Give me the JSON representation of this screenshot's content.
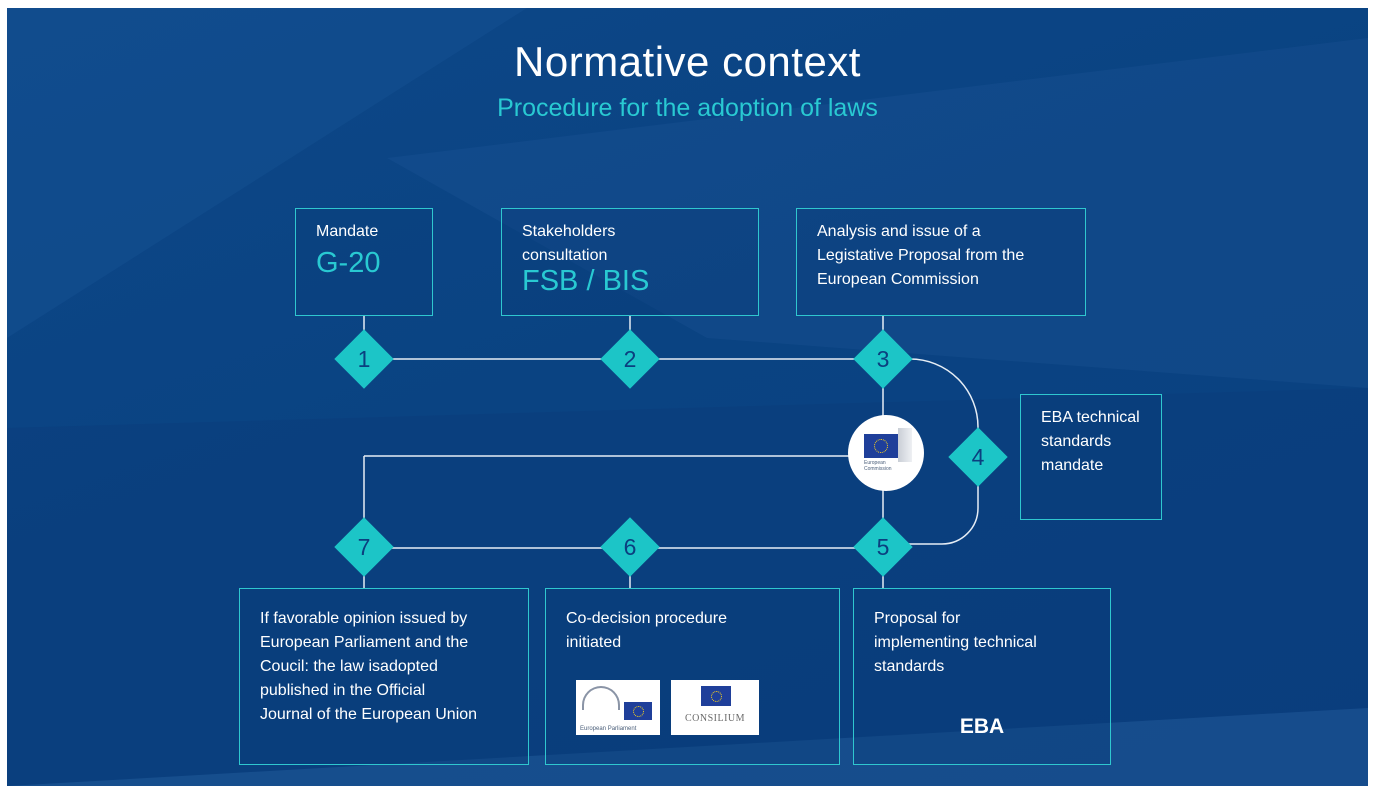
{
  "header": {
    "title": "Normative context",
    "subtitle": "Procedure for the adoption of laws"
  },
  "colors": {
    "background": "#0a4382",
    "accent": "#29c9d2",
    "diamond": "#1cc5c7",
    "text": "#ffffff"
  },
  "boxes": {
    "mandate": {
      "label": "Mandate",
      "highlight": "G-20"
    },
    "consultation": {
      "label_line1": "Stakeholders",
      "label_line2": "consultation",
      "highlight": "FSB / BIS"
    },
    "analysis": {
      "line1": "Analysis and issue of a",
      "line2": "Legistative Proposal from the",
      "line3": "European Commission"
    },
    "eba_mandate": {
      "line1": "EBA technical",
      "line2": "standards",
      "line3": "mandate"
    },
    "proposal": {
      "line1": "Proposal for",
      "line2": "implementing technical",
      "line3": "standards",
      "highlight": "EBA"
    },
    "codecision": {
      "line1": "Co-decision procedure",
      "line2": "initiated"
    },
    "publication": {
      "line1": "If favorable opinion issued by",
      "line2": "European Parliament and the",
      "line3": "Coucil: the law isadopted",
      "line4": "published in the Official",
      "line5": "Journal  of the European Union"
    }
  },
  "steps": [
    "1",
    "2",
    "3",
    "4",
    "5",
    "6",
    "7"
  ],
  "logos": {
    "commission": {
      "icon": "european-commission-logo",
      "caption": "European Commission"
    },
    "parliament": {
      "icon": "european-parliament-logo",
      "caption": "European Parliament"
    },
    "council": {
      "icon": "council-logo",
      "caption": "CONSILIUM"
    }
  }
}
